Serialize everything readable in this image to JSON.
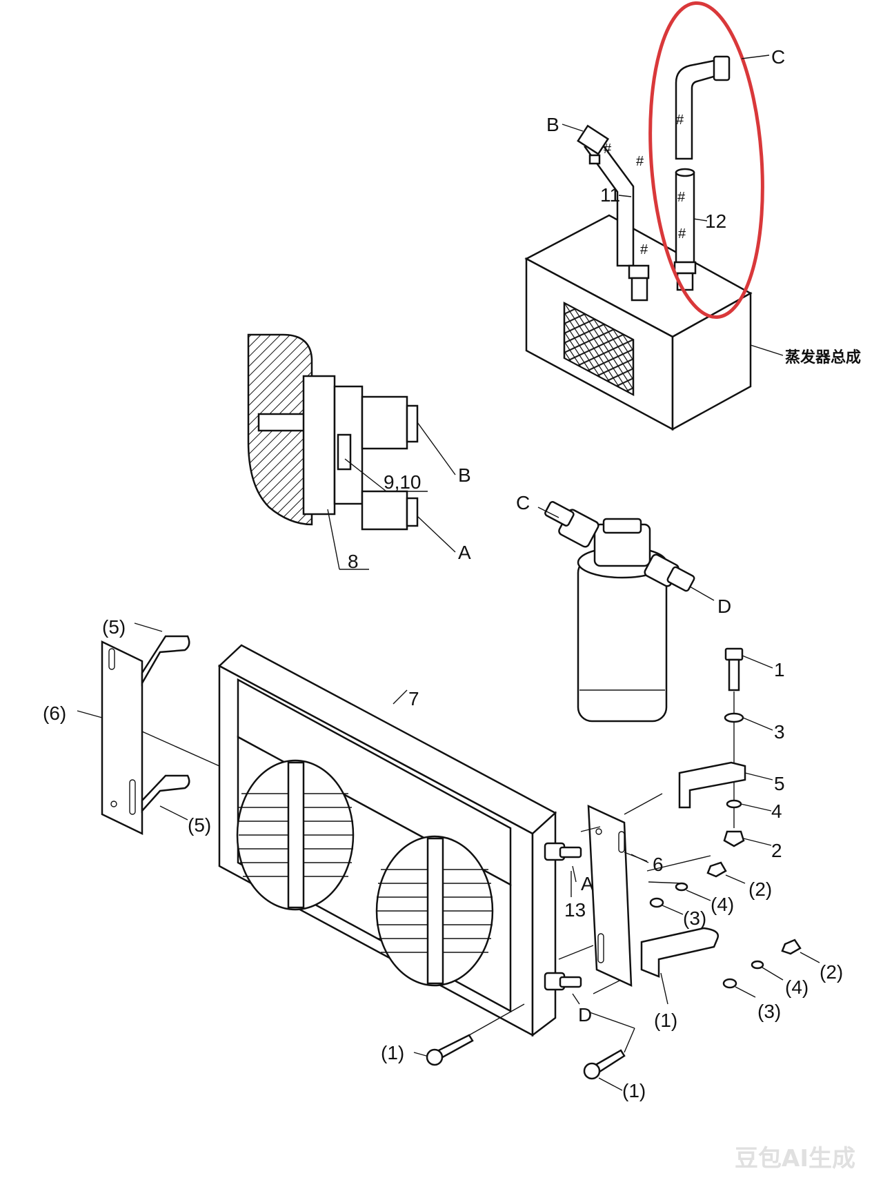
{
  "diagram": {
    "labels": {
      "C_top": "C",
      "B_top": "B",
      "n11": "11",
      "n12": "12",
      "evap": "蒸发器总成",
      "B_mid": "B",
      "n910": "9,10",
      "A_mid": "A",
      "n8": "8",
      "C_drier": "C",
      "D_drier": "D",
      "n1_right": "1",
      "n3_right": "3",
      "n5_right": "5",
      "n4_right": "4",
      "n2_right": "2",
      "p5_top": "(5)",
      "p6_left": "(6)",
      "p5_bottom": "(5)",
      "n7": "7",
      "n6": "6",
      "A_cond": "A",
      "n13": "13",
      "p2_a": "(2)",
      "p4_a": "(4)",
      "p3_a": "(3)",
      "p2_b": "(2)",
      "p4_b": "(4)",
      "p3_b": "(3)",
      "p1_bracket": "(1)",
      "D_cond": "D",
      "p1_left": "(1)",
      "p1_bottom": "(1)"
    },
    "watermark": "豆包AI生成",
    "highlight_color": "#d9383a"
  }
}
